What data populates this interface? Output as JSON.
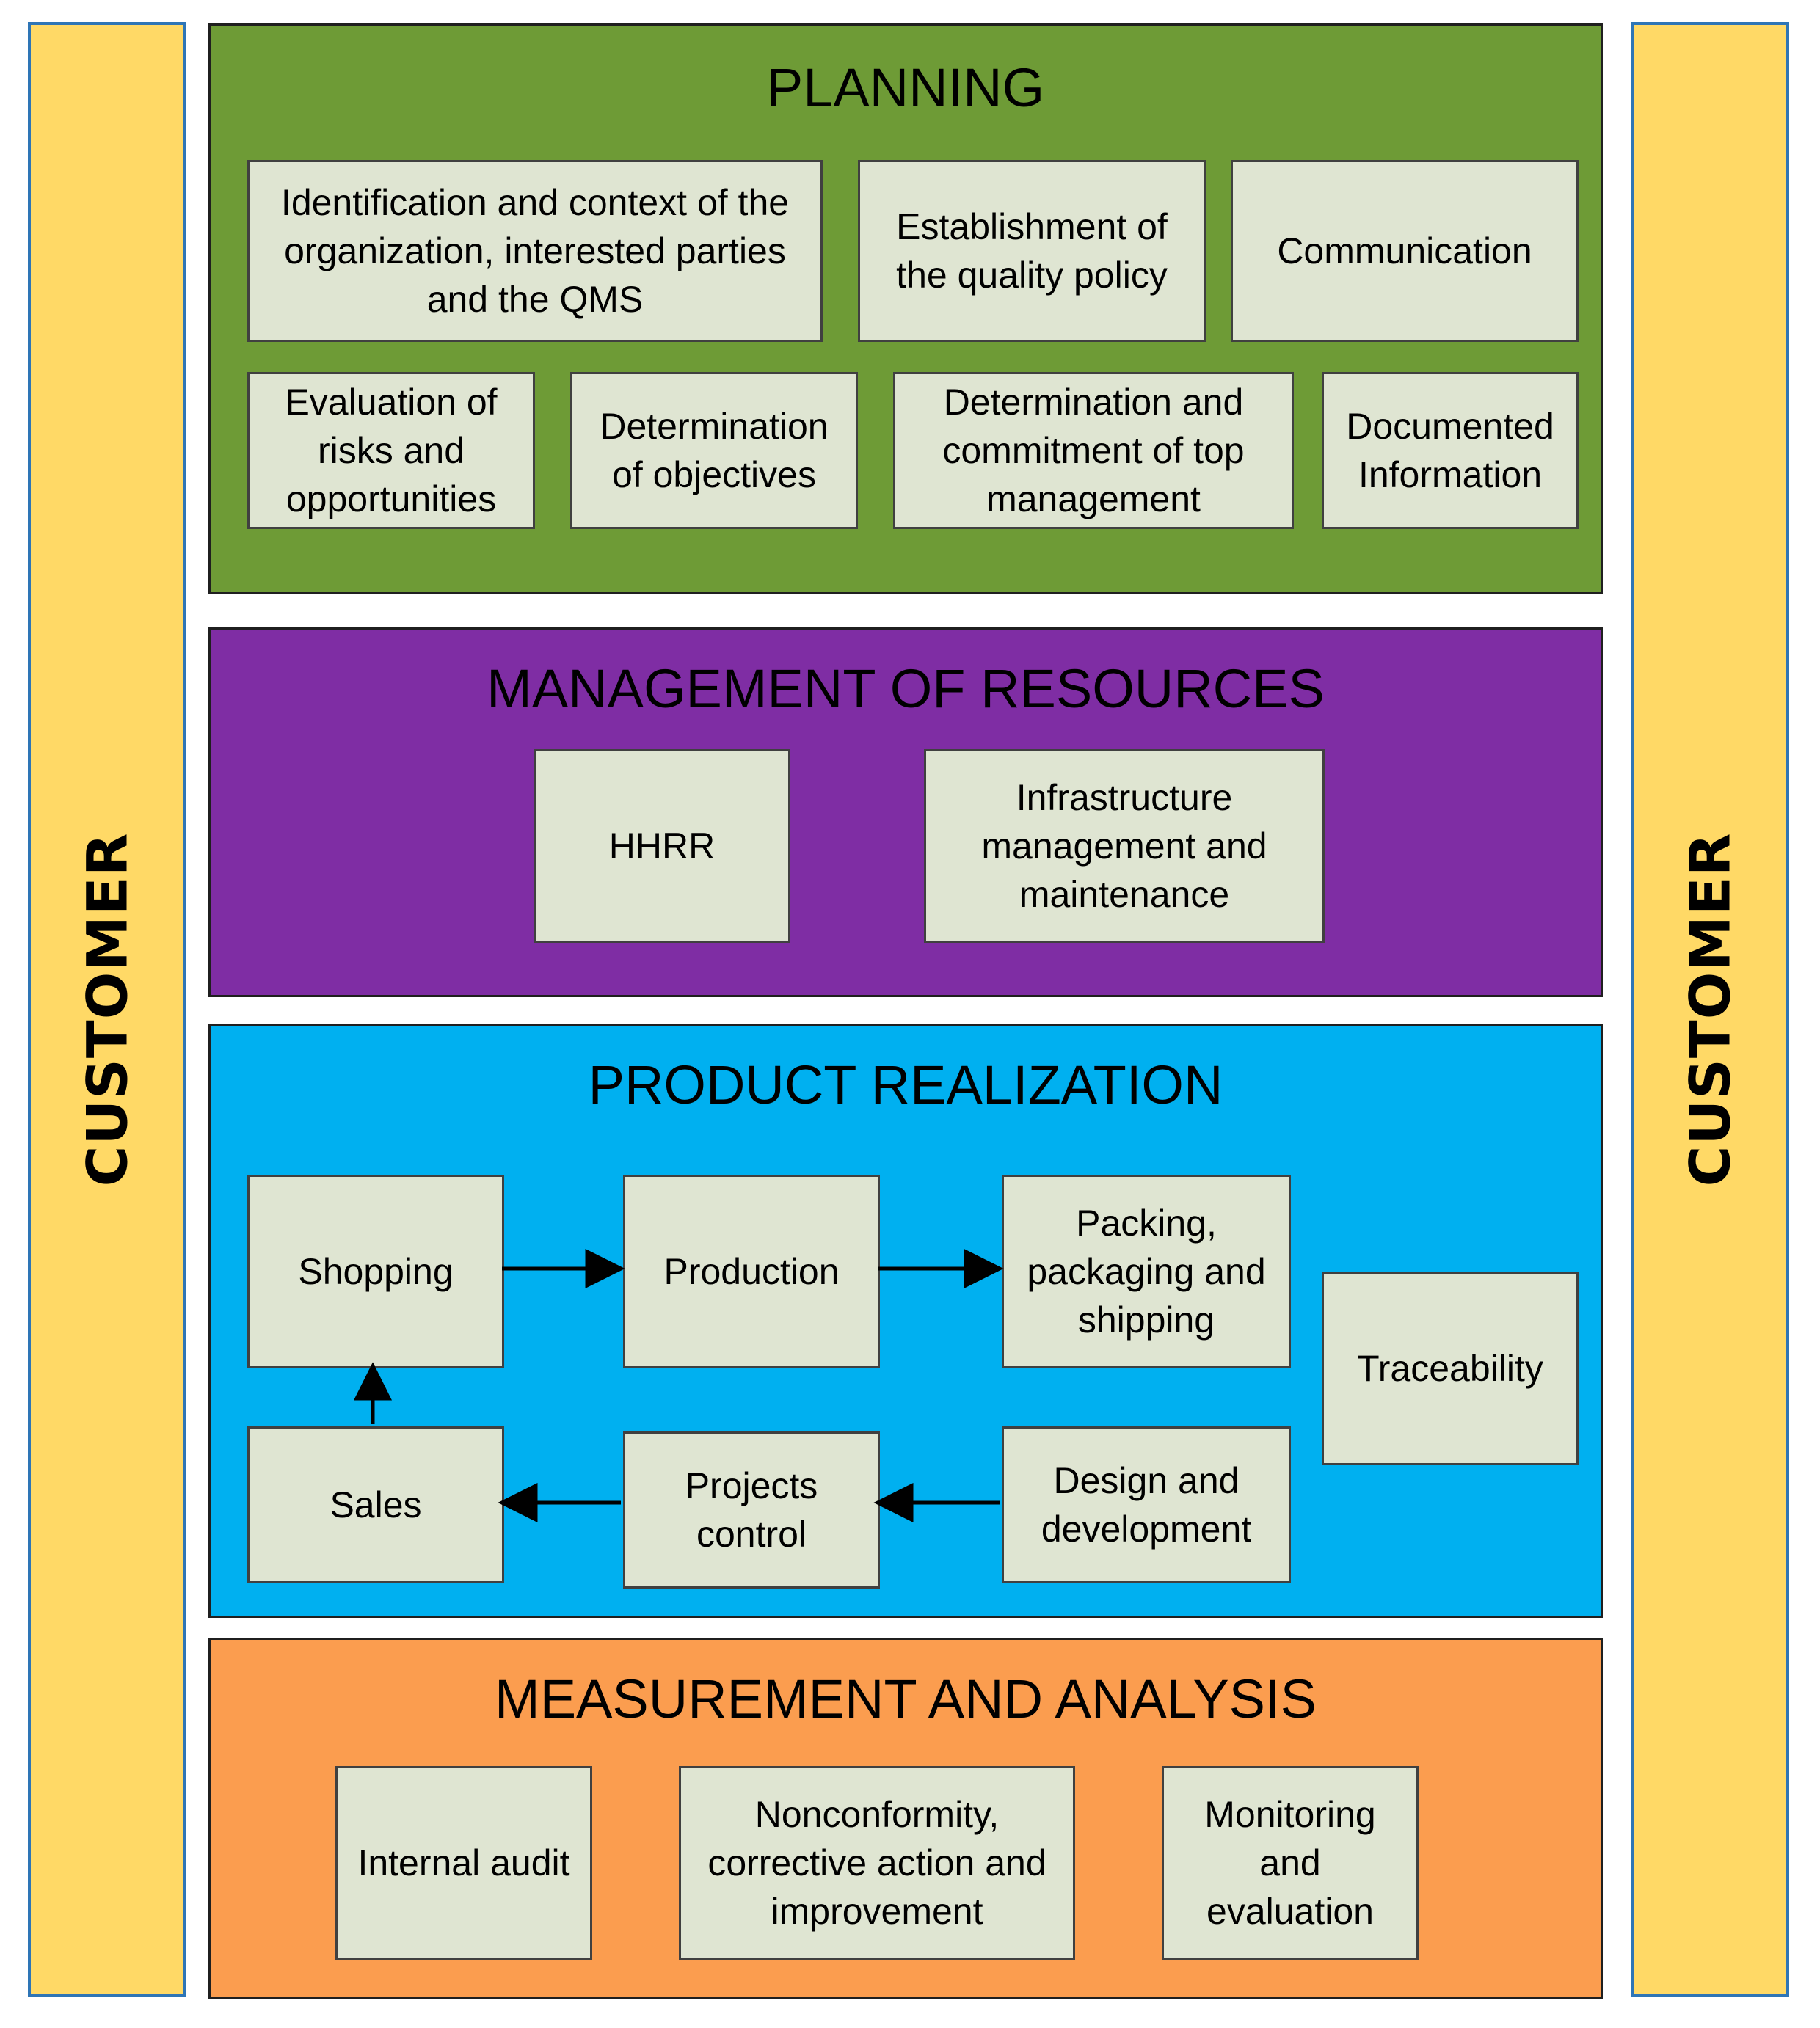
{
  "customer": {
    "left_label": "CUSTOMER",
    "right_label": "CUSTOMER"
  },
  "colors": {
    "customer_bar": "#ffd966",
    "customer_border": "#2e75b6",
    "planning": "#6e9b36",
    "resources": "#7f2da4",
    "realization": "#00b0f0",
    "measurement": "#fb9d4f",
    "box": "#dfe5d2"
  },
  "planning": {
    "title": "PLANNING",
    "items": [
      "Identification and context of the organization, interested parties and the QMS",
      "Establishment of the quality policy",
      "Communication",
      "Evaluation of risks and opportunities",
      "Determination of objectives",
      "Determination and commitment of top management",
      "Documented Information"
    ]
  },
  "resources": {
    "title": "MANAGEMENT OF RESOURCES",
    "items": [
      "HHRR",
      "Infrastructure management and maintenance"
    ]
  },
  "realization": {
    "title": "PRODUCT REALIZATION",
    "items": {
      "shopping": "Shopping",
      "production": "Production",
      "packing": "Packing, packaging and shipping",
      "traceability": "Traceability",
      "sales": "Sales",
      "projects": "Projects control",
      "design": "Design and development"
    }
  },
  "measurement": {
    "title": "MEASUREMENT AND ANALYSIS",
    "items": [
      "Internal audit",
      "Nonconformity, corrective action and improvement",
      "Monitoring and evaluation"
    ]
  }
}
